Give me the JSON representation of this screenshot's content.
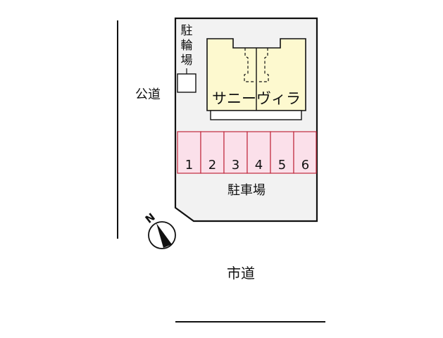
{
  "site_plan": {
    "building": {
      "name": "サニーヴィラ",
      "fill": "#fdf9cf"
    },
    "bicycle_parking": {
      "label_chars": [
        "駐",
        "輪",
        "場"
      ]
    },
    "parking": {
      "label": "駐車場",
      "fill": "#fbe0ea",
      "stroke": "#c0283c",
      "slots": [
        "1",
        "2",
        "3",
        "4",
        "5",
        "6"
      ]
    },
    "lot": {
      "fill": "#f2f2f2"
    },
    "roads": {
      "west": "公道",
      "south": "市道"
    },
    "compass": {
      "label": "N"
    }
  }
}
